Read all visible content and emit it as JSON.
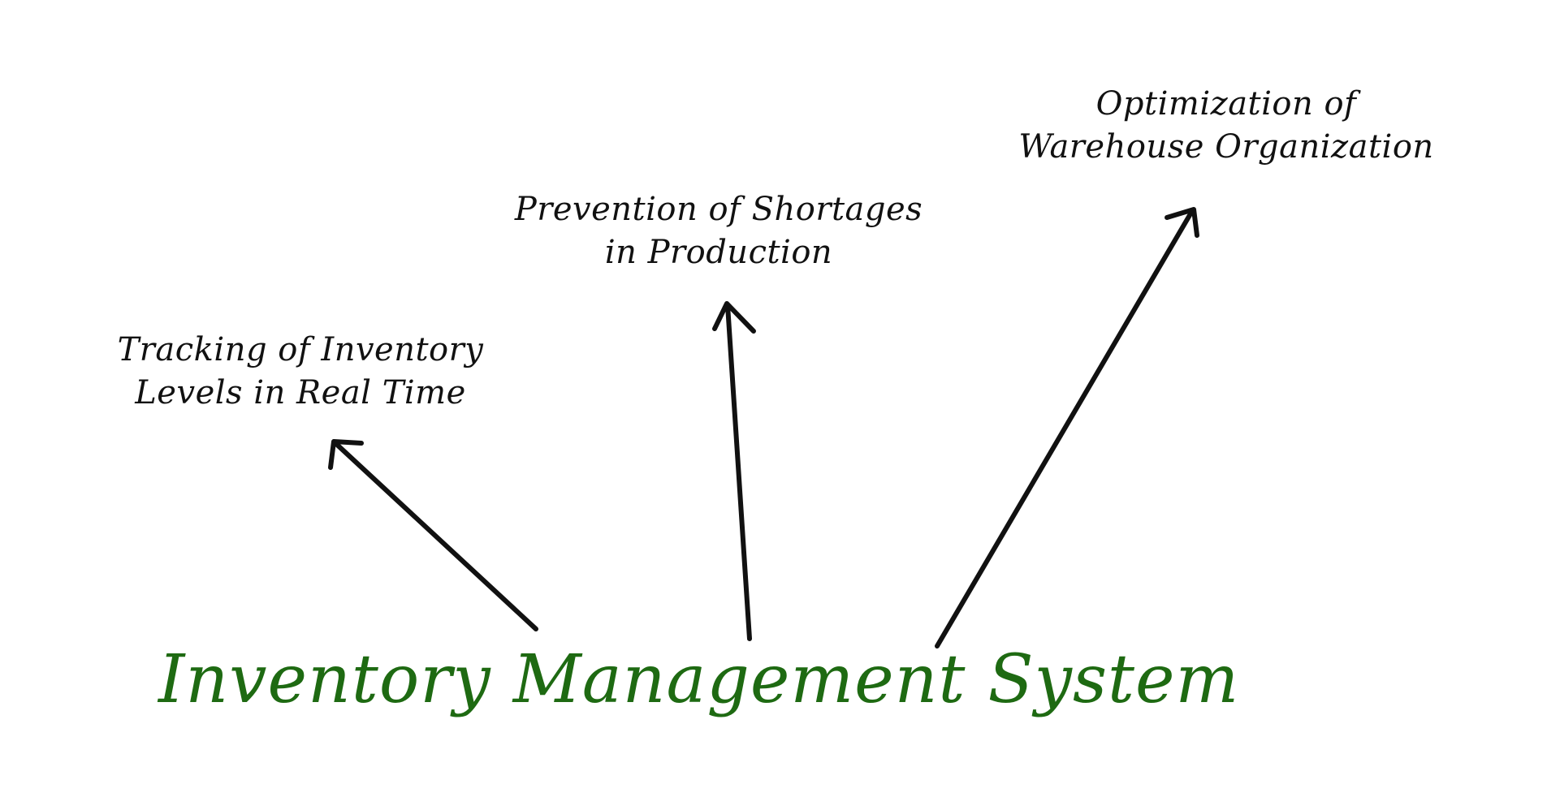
{
  "title": "Inventory Management System",
  "title_color": "#1e6a12",
  "benefits": [
    {
      "line1": "Tracking of Inventory",
      "line2": "Levels in Real Time"
    },
    {
      "line1": "Prevention of Shortages",
      "line2": "in Production"
    },
    {
      "line1": "Optimization of",
      "line2": "Warehouse Organization"
    }
  ]
}
